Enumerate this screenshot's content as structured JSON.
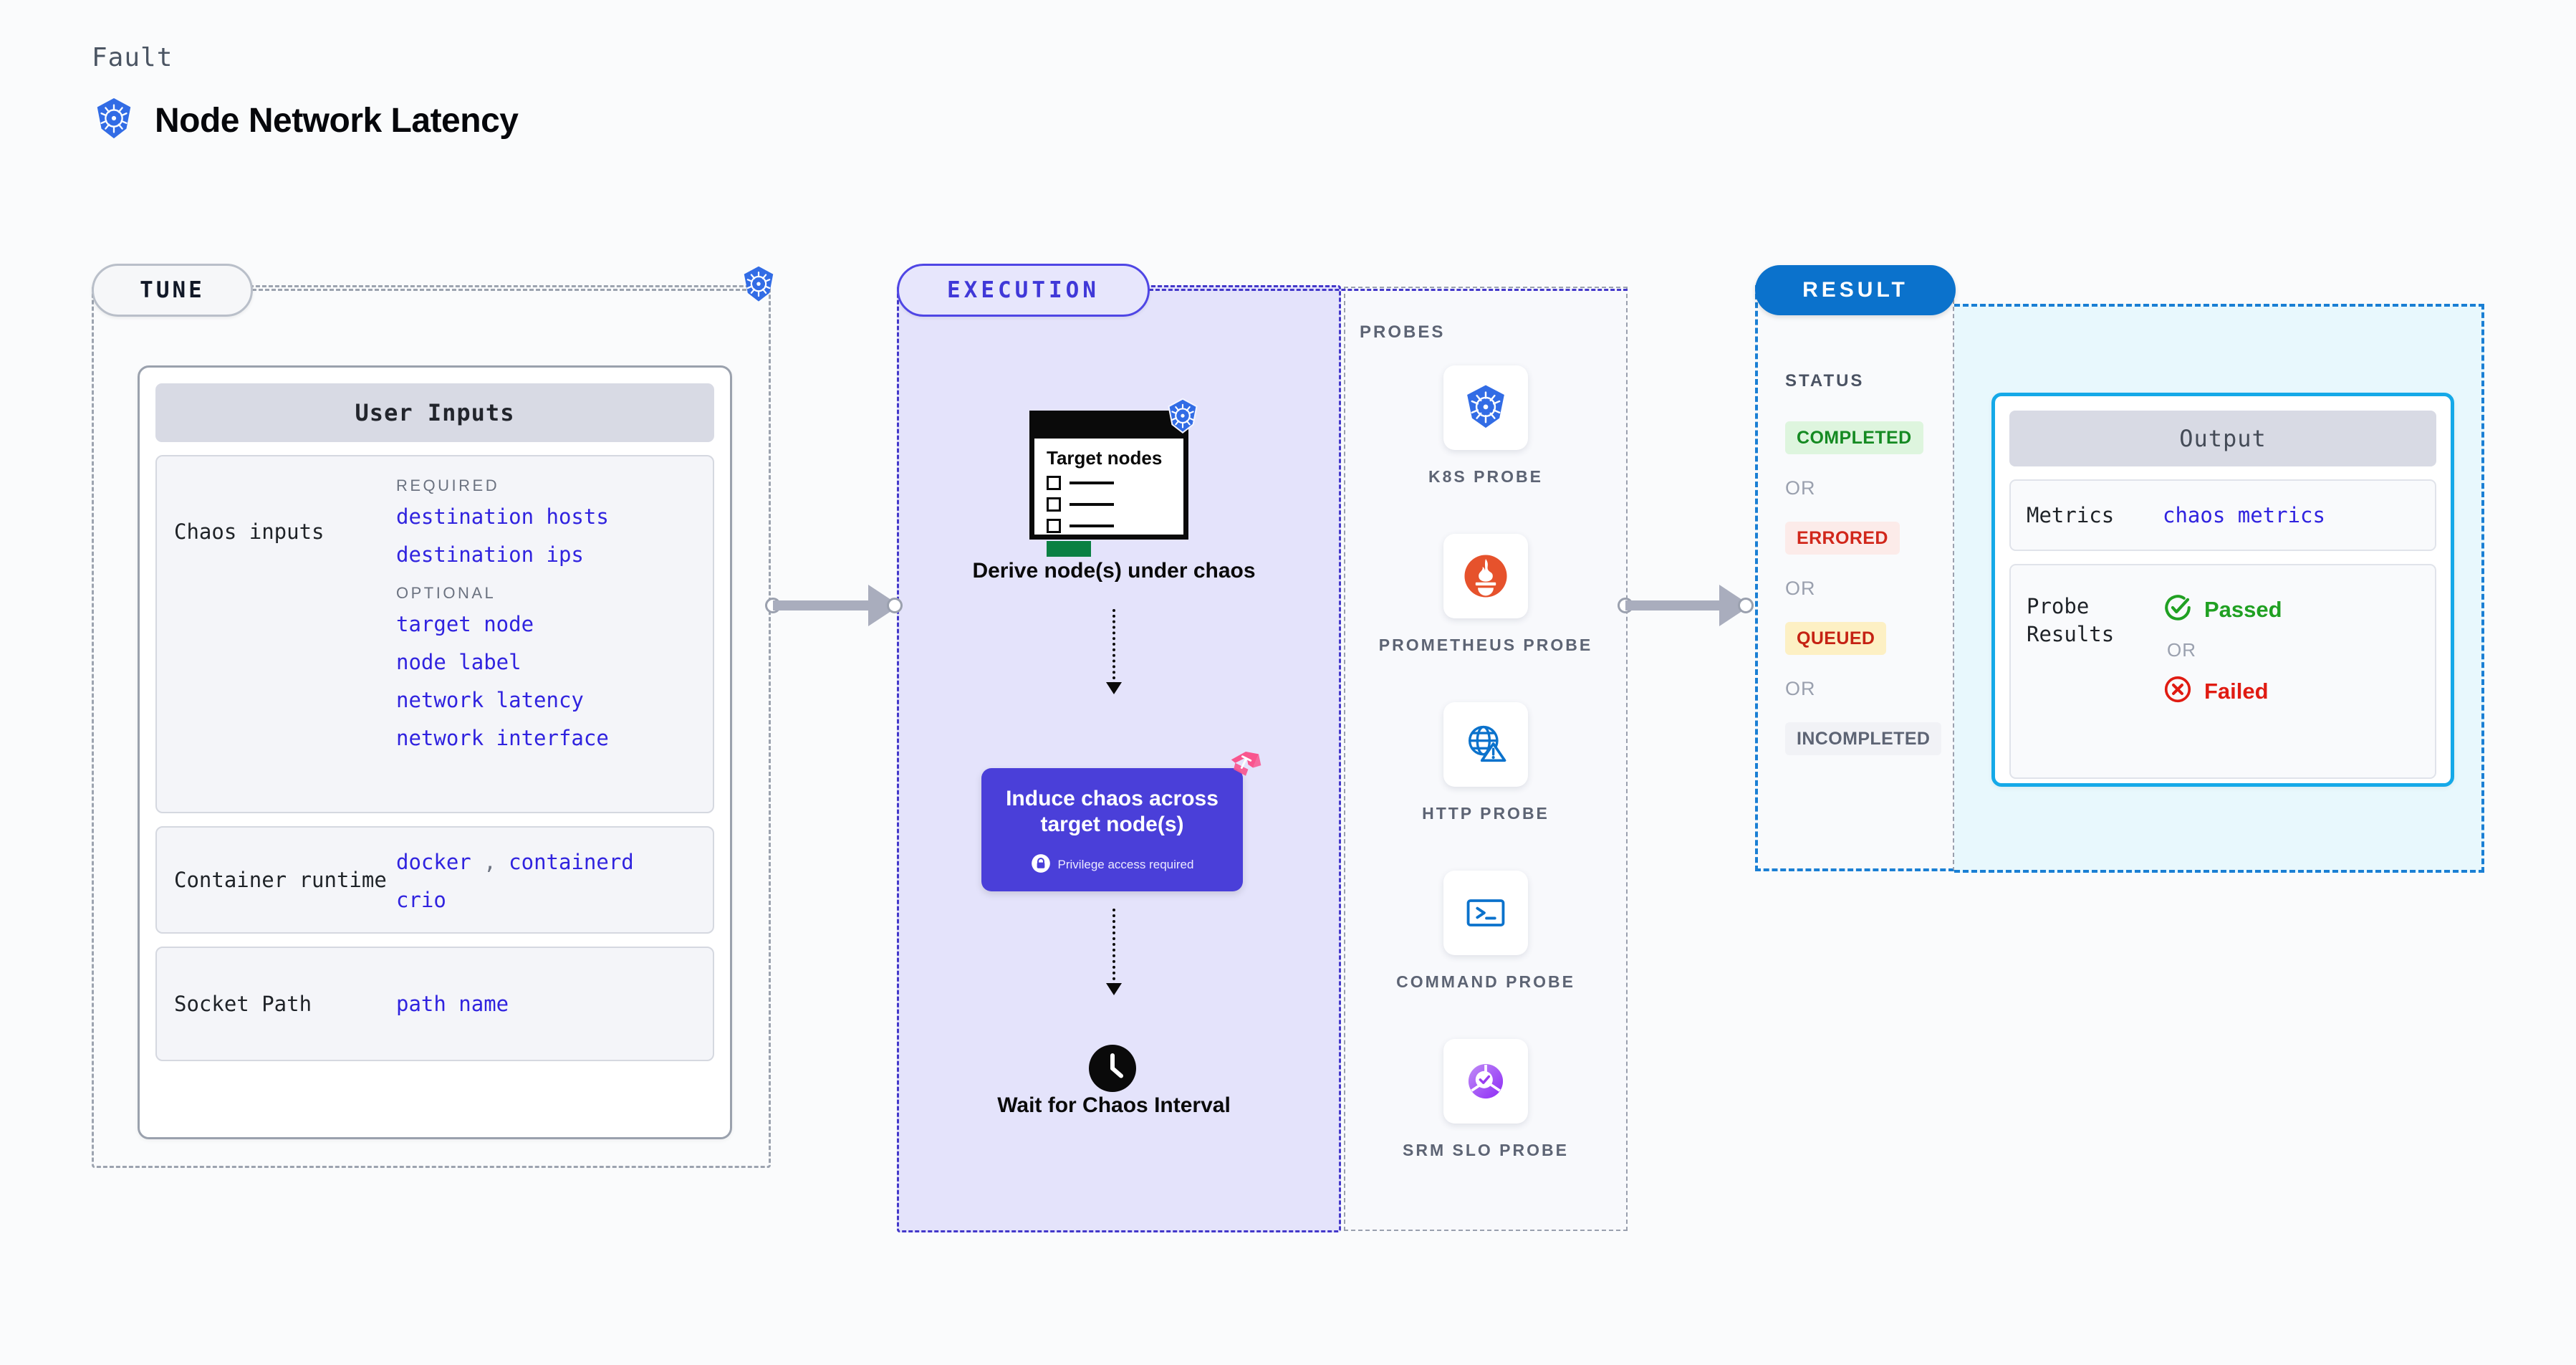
{
  "header": {
    "eyebrow": "Fault",
    "title": "Node Network Latency",
    "icon": "kubernetes-icon"
  },
  "tune": {
    "pill_label": "TUNE",
    "badge_icon": "kubernetes-icon",
    "card_title": "User Inputs",
    "blocks": [
      {
        "key": "Chaos inputs",
        "groups": [
          {
            "label": "REQUIRED",
            "values": [
              "destination hosts",
              "destination ips"
            ]
          },
          {
            "label": "OPTIONAL",
            "values": [
              "target node",
              "node label",
              "network latency",
              "network interface"
            ]
          }
        ]
      },
      {
        "key": "Container runtime",
        "values_line1": [
          "docker",
          "containerd"
        ],
        "separator": ",",
        "values_line2": [
          "crio"
        ]
      },
      {
        "key": "Socket Path",
        "values": [
          "path name"
        ]
      }
    ]
  },
  "execution": {
    "pill_label": "EXECUTION",
    "step1": {
      "figure_title": "Target nodes",
      "figure_icon": "kubernetes-icon",
      "caption": "Derive node(s) under chaos"
    },
    "step2": {
      "title": "Induce chaos across target node(s)",
      "privilege_note": "Privilege access required",
      "lock_icon": "lock-icon",
      "brand_icon": "harness-logo-icon"
    },
    "step3": {
      "icon": "clock-icon",
      "caption": "Wait for Chaos Interval"
    }
  },
  "probes": {
    "title": "PROBES",
    "items": [
      {
        "label": "K8S PROBE",
        "icon": "kubernetes-icon"
      },
      {
        "label": "PROMETHEUS PROBE",
        "icon": "prometheus-icon"
      },
      {
        "label": "HTTP PROBE",
        "icon": "http-globe-warning-icon"
      },
      {
        "label": "COMMAND PROBE",
        "icon": "terminal-icon"
      },
      {
        "label": "SRM SLO PROBE",
        "icon": "srm-slo-donut-icon"
      }
    ]
  },
  "result": {
    "pill_label": "RESULT",
    "status_title": "STATUS",
    "or_label": "OR",
    "statuses": [
      {
        "label": "COMPLETED",
        "bg": "#def5de",
        "color": "#158a22"
      },
      {
        "label": "ERRORED",
        "bg": "#fcebe9",
        "color": "#d1271b"
      },
      {
        "label": "QUEUED",
        "bg": "#fdf0c4",
        "color": "#c52213"
      },
      {
        "label": "INCOMPLETED",
        "bg": "#f1f2f6",
        "color": "#5d6474"
      }
    ],
    "output": {
      "card_title": "Output",
      "metrics": {
        "key": "Metrics",
        "value": "chaos metrics"
      },
      "probe_results": {
        "key": "Probe Results",
        "passed": "Passed",
        "failed": "Failed",
        "or_label": "OR",
        "passed_icon": "check-circle-icon",
        "failed_icon": "x-circle-icon"
      }
    }
  },
  "colors": {
    "accent_indigo": "#4a3fd9",
    "accent_blue": "#0b72cc",
    "k8s_blue": "#326ce5",
    "harness_pink": "#f9558e",
    "code_purple": "#3023df"
  }
}
